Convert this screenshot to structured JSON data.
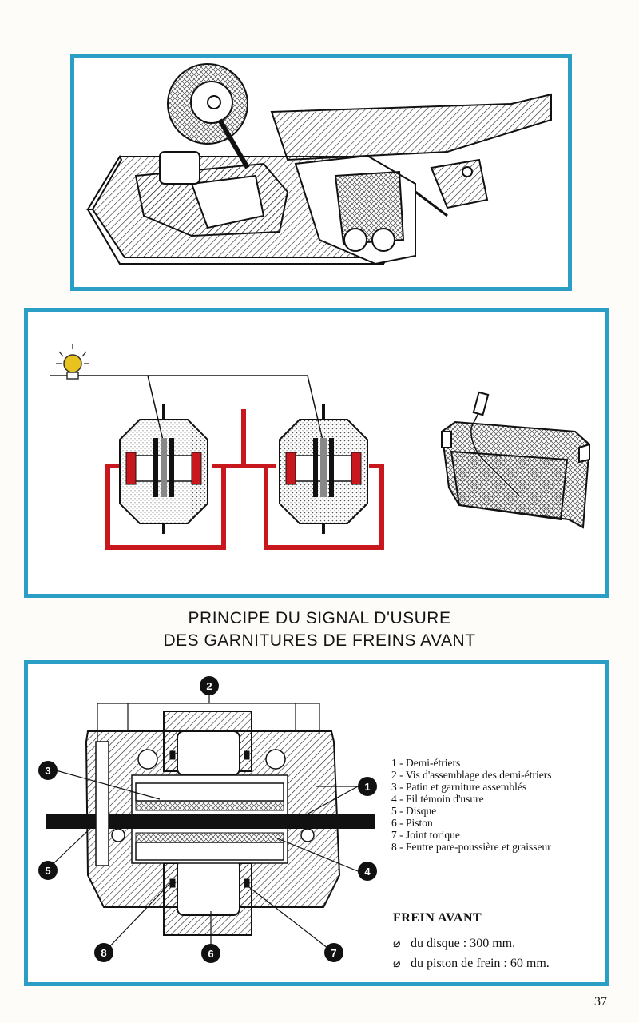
{
  "caption": {
    "line1": "PRINCIPE DU SIGNAL D'USURE",
    "line2": "DES GARNITURES DE FREINS AVANT"
  },
  "illustrations": {
    "top": "brake-assembly-cutaway-illustration",
    "middle": "wear-signal-circuit-diagram",
    "bottom": "front-brake-caliper-section"
  },
  "callouts": [
    "1",
    "2",
    "3",
    "4",
    "5",
    "6",
    "7",
    "8"
  ],
  "legend": [
    "1  -  Demi-étriers",
    "2  -  Vis d'assemblage des demi-étriers",
    "3  -  Patin et garniture assemblés",
    "4  -  Fil témoin d'usure",
    "5  -  Disque",
    "6  -  Piston",
    "7  -  Joint torique",
    "8  -  Feutre pare-poussière et graisseur"
  ],
  "frein": {
    "title": "FREIN AVANT",
    "spec1_symbol": "⌀",
    "spec1_text": "du disque : 300 mm.",
    "spec2_symbol": "⌀",
    "spec2_text": "du piston de frein : 60 mm."
  },
  "page_number": "37",
  "colors": {
    "frame": "#2b9ec5",
    "hydraulic": "#c8181e",
    "lamp": "#e8c21e"
  }
}
